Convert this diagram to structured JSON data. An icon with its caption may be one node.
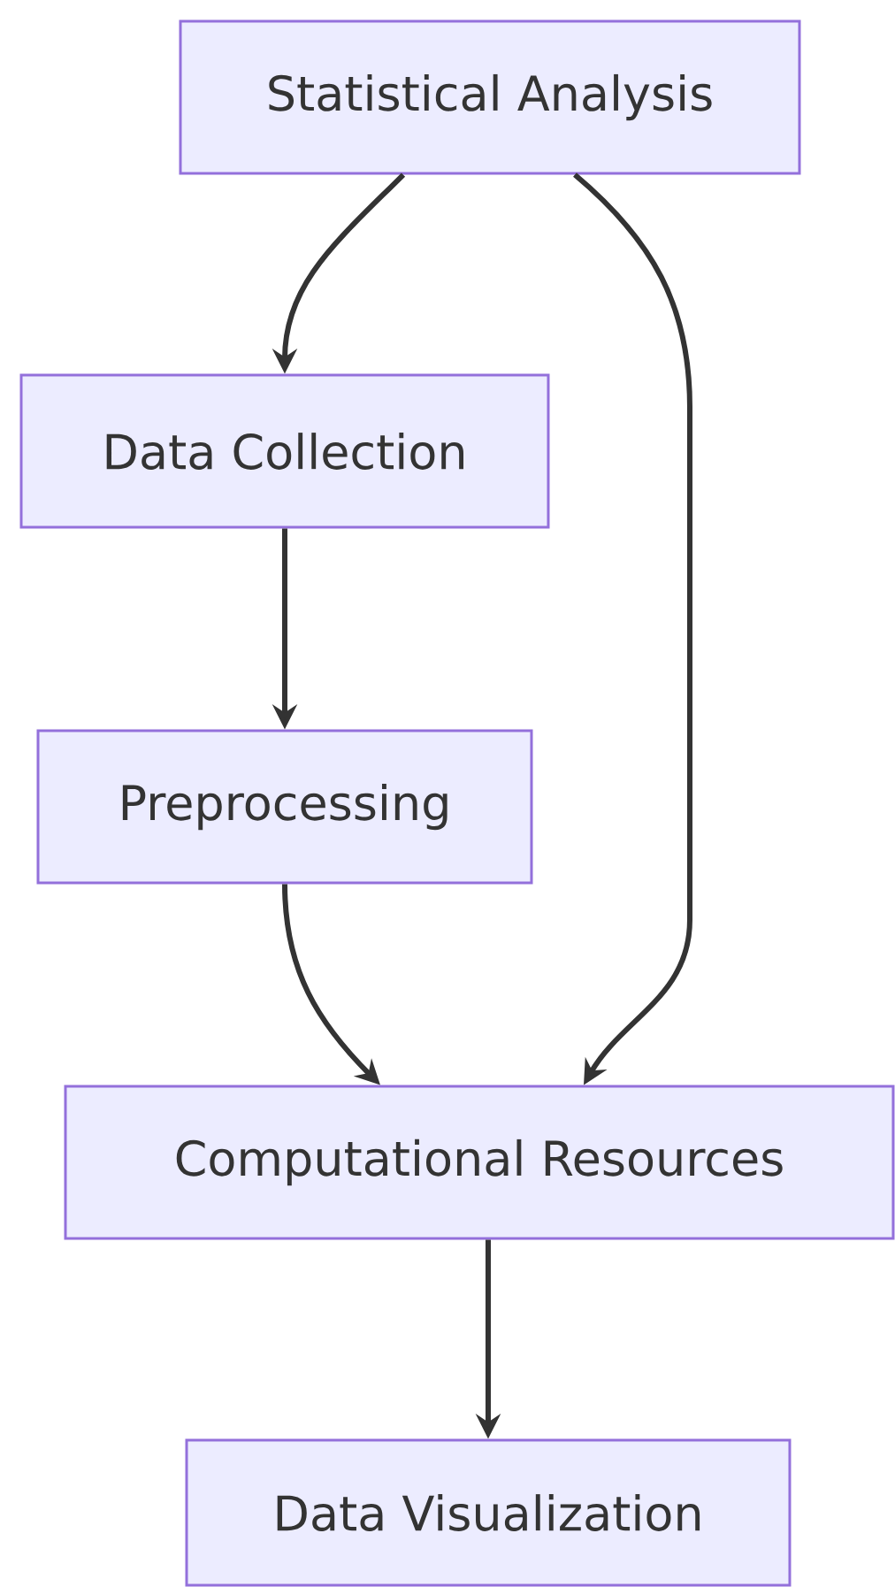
{
  "diagram": {
    "nodes": [
      {
        "text": [
          "Statistical Analysis"
        ]
      },
      {
        "text": [
          "Data Collection"
        ]
      },
      {
        "text": [
          "Preprocessing"
        ]
      },
      {
        "text": [
          "Computational Resources"
        ]
      },
      {
        "text": [
          "Data Visualization"
        ]
      }
    ],
    "edges": [
      {
        "from": 0,
        "to": 1,
        "arrow": "to"
      },
      {
        "from": 1,
        "to": 2,
        "arrow": "to"
      },
      {
        "from": 2,
        "to": 3,
        "arrow": "to"
      },
      {
        "from": 0,
        "to": 3,
        "arrow": "to"
      },
      {
        "from": 3,
        "to": 4,
        "arrow": "to"
      }
    ]
  }
}
